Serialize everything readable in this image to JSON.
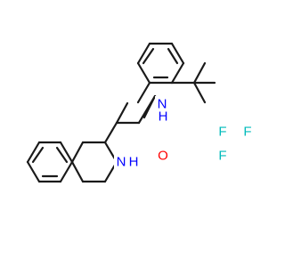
{
  "molecule": {
    "atom_colors": {
      "N": "#0000ff",
      "O": "#ff0000",
      "F": "#00bbbb"
    },
    "atom_labels": {
      "amide_nitrogen": "N",
      "amide_hydrogen": "H",
      "carbonyl_oxygen": "O",
      "ring_nitrogen": "N",
      "ring_hydrogen": "H",
      "fluorine_top": "F",
      "fluorine_right": "F",
      "fluorine_bottom": "F"
    }
  }
}
